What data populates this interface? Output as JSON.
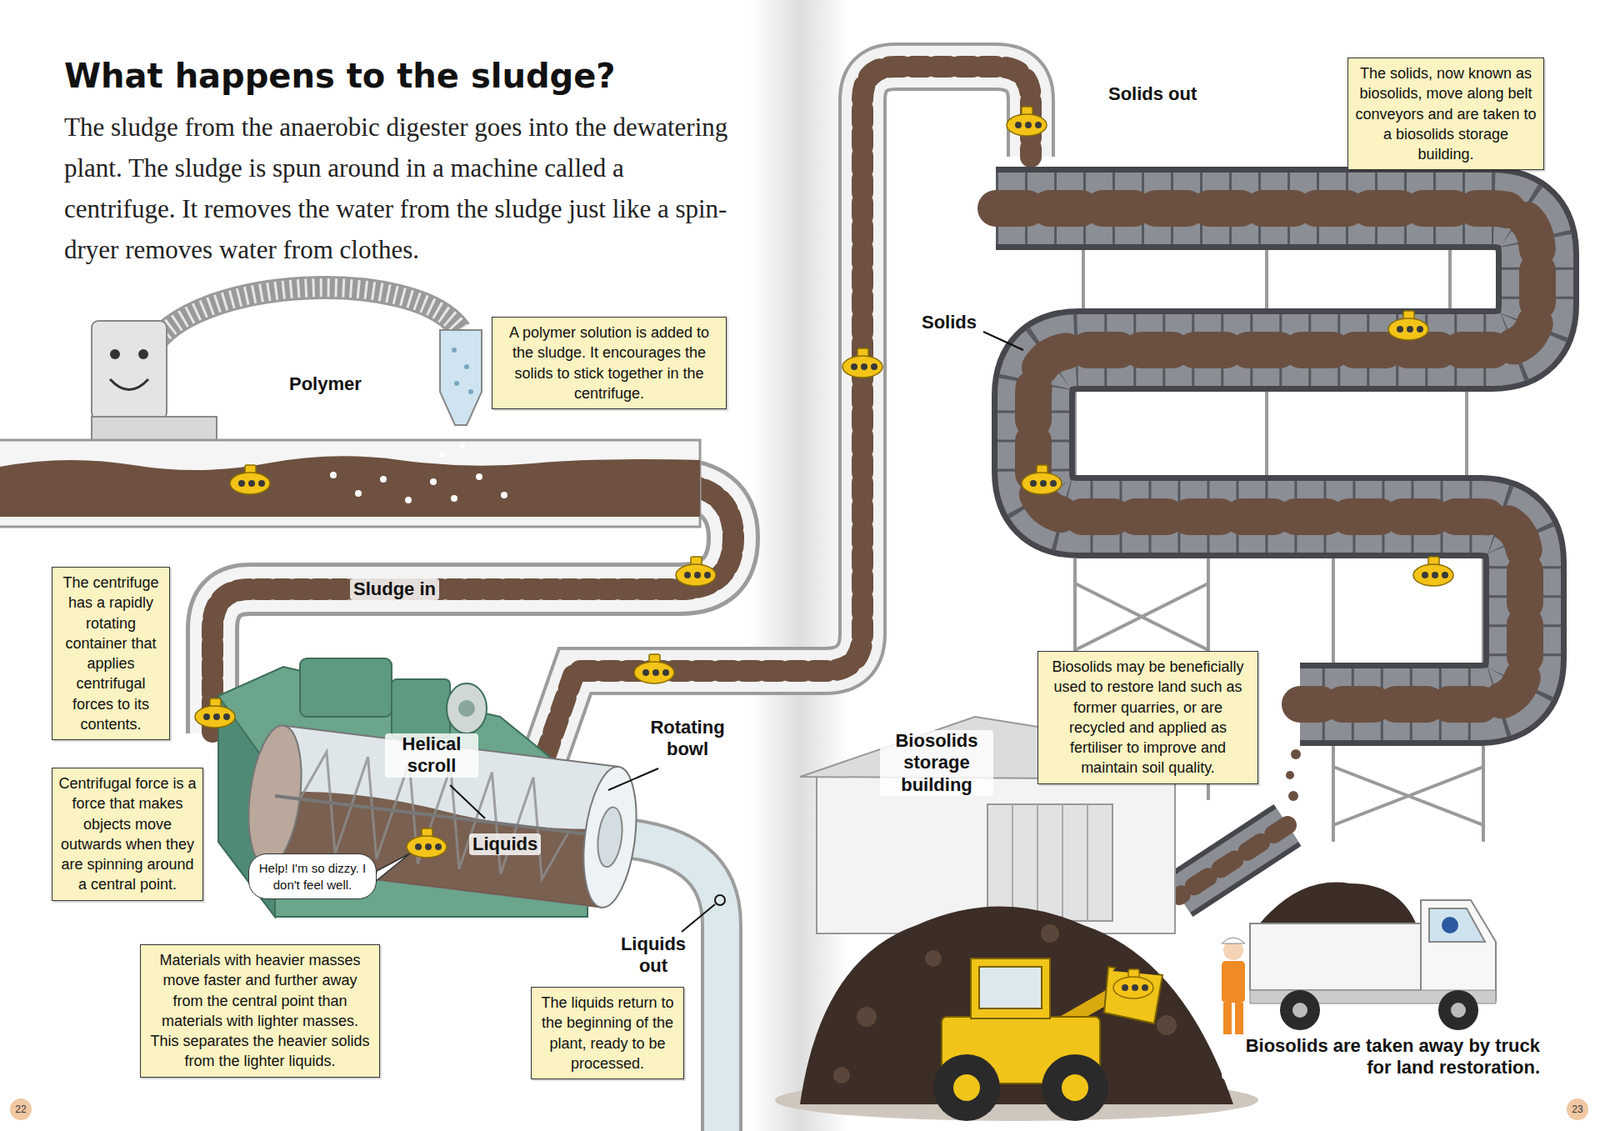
{
  "diagram": {
    "title": "What happens to the sludge?",
    "nodes": [
      {
        "text": [
          "A polymer solution is added to the sludge. It encourages the solids to stick together in the centrifuge."
        ]
      },
      {
        "text": [
          "The centrifuge has a rapidly rotating container that applies centrifugal forces to its contents."
        ]
      },
      {
        "text": [
          "Centrifugal force is a force that makes objects move outwards when they are spinning around a central point."
        ]
      },
      {
        "text": [
          "Materials with heavier masses move faster and further away from the central point than materials with lighter masses. This separates the heavier solids from the lighter liquids."
        ]
      },
      {
        "text": [
          "The liquids return to the beginning of the plant, ready to be processed."
        ]
      },
      {
        "text": [
          "The solids, now known as biosolids, move along belt conveyors and are taken to a biosolids storage building."
        ]
      },
      {
        "text": [
          "Biosolids may be beneficially used to restore land such as former quarries, or are recycled and applied as fertiliser to improve and maintain soil quality."
        ]
      },
      {
        "text": [
          "Help! I'm so dizzy. I don't feel well."
        ]
      }
    ],
    "labels": [
      "The sludge from the anaerobic digester goes into the dewatering plant. The sludge is spun around in a machine called a centrifuge. It removes the water from the sludge just like a spin-dryer removes water from clothes.",
      "Polymer",
      "Sludge in",
      "Helical scroll",
      "Rotating bowl",
      "Liquids",
      "Liquids out",
      "Solids out",
      "Solids",
      "Biosolids storage building",
      "Biosolids are taken away by truck for land restoration.",
      "22",
      "23"
    ]
  }
}
